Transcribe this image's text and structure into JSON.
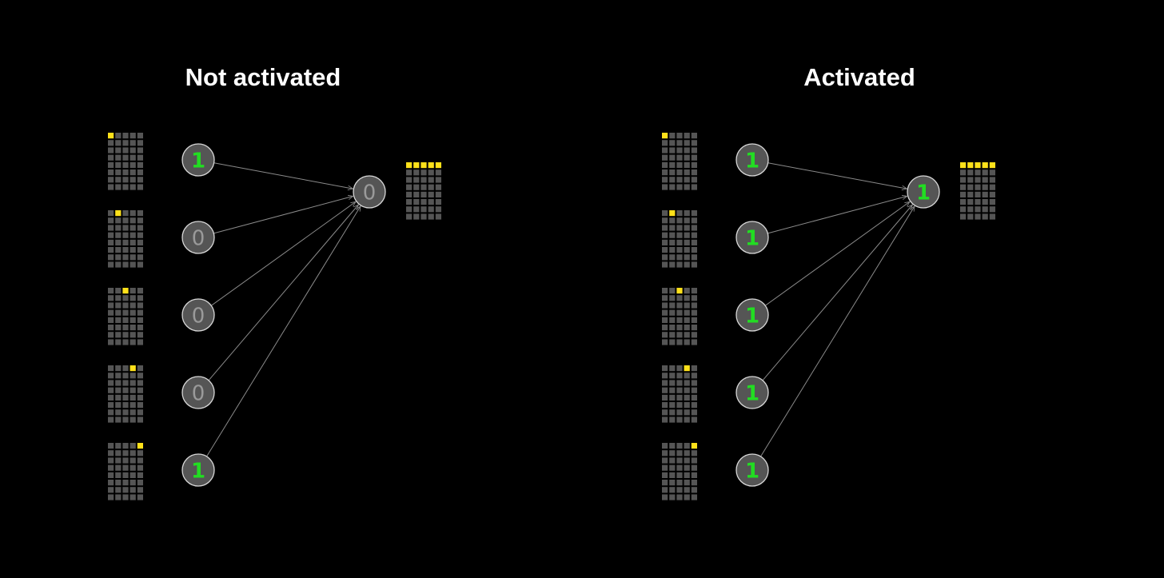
{
  "colors": {
    "background": "#000000",
    "title": "#ffffff",
    "grid_cell": "#555555",
    "grid_cell_active": "#ffe11a",
    "node_fill": "#555555",
    "node_stroke": "#d8d8d8",
    "edge": "#8a8a8a",
    "value_active": "#22dd22",
    "value_inactive": "#9a9a9a"
  },
  "panels": [
    {
      "id": "not-activated",
      "title": "Not activated",
      "inputs": [
        {
          "value": "1",
          "active": true,
          "highlight_cell": [
            0,
            0
          ]
        },
        {
          "value": "0",
          "active": false,
          "highlight_cell": [
            0,
            1
          ]
        },
        {
          "value": "0",
          "active": false,
          "highlight_cell": [
            0,
            2
          ]
        },
        {
          "value": "0",
          "active": false,
          "highlight_cell": [
            0,
            3
          ]
        },
        {
          "value": "1",
          "active": true,
          "highlight_cell": [
            0,
            4
          ]
        }
      ],
      "output": {
        "value": "0",
        "active": false,
        "highlight_row": 0
      }
    },
    {
      "id": "activated",
      "title": "Activated",
      "inputs": [
        {
          "value": "1",
          "active": true,
          "highlight_cell": [
            0,
            0
          ]
        },
        {
          "value": "1",
          "active": true,
          "highlight_cell": [
            0,
            1
          ]
        },
        {
          "value": "1",
          "active": true,
          "highlight_cell": [
            0,
            2
          ]
        },
        {
          "value": "1",
          "active": true,
          "highlight_cell": [
            0,
            3
          ]
        },
        {
          "value": "1",
          "active": true,
          "highlight_cell": [
            0,
            4
          ]
        }
      ],
      "output": {
        "value": "1",
        "active": true,
        "highlight_row": 0
      }
    }
  ],
  "grid": {
    "rows": 8,
    "cols": 5
  }
}
